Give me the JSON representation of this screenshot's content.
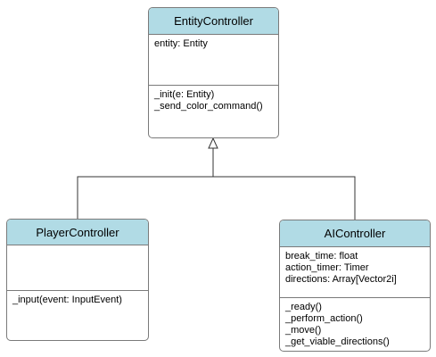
{
  "classes": {
    "entity_controller": {
      "name": "EntityController",
      "attributes": [
        "entity: Entity"
      ],
      "methods": [
        "_init(e: Entity)",
        "_send_color_command()"
      ]
    },
    "player_controller": {
      "name": "PlayerController",
      "attributes": [],
      "methods": [
        "_input(event: InputEvent)"
      ]
    },
    "ai_controller": {
      "name": "AIController",
      "attributes": [
        "break_time: float",
        "action_timer: Timer",
        "directions: Array[Vector2i]"
      ],
      "methods": [
        "_ready()",
        "_perform_action()",
        "_move()",
        "_get_viable_directions()"
      ]
    }
  },
  "colors": {
    "header": "#b1dbe5",
    "border": "#7a7a7a",
    "line": "#333333"
  }
}
